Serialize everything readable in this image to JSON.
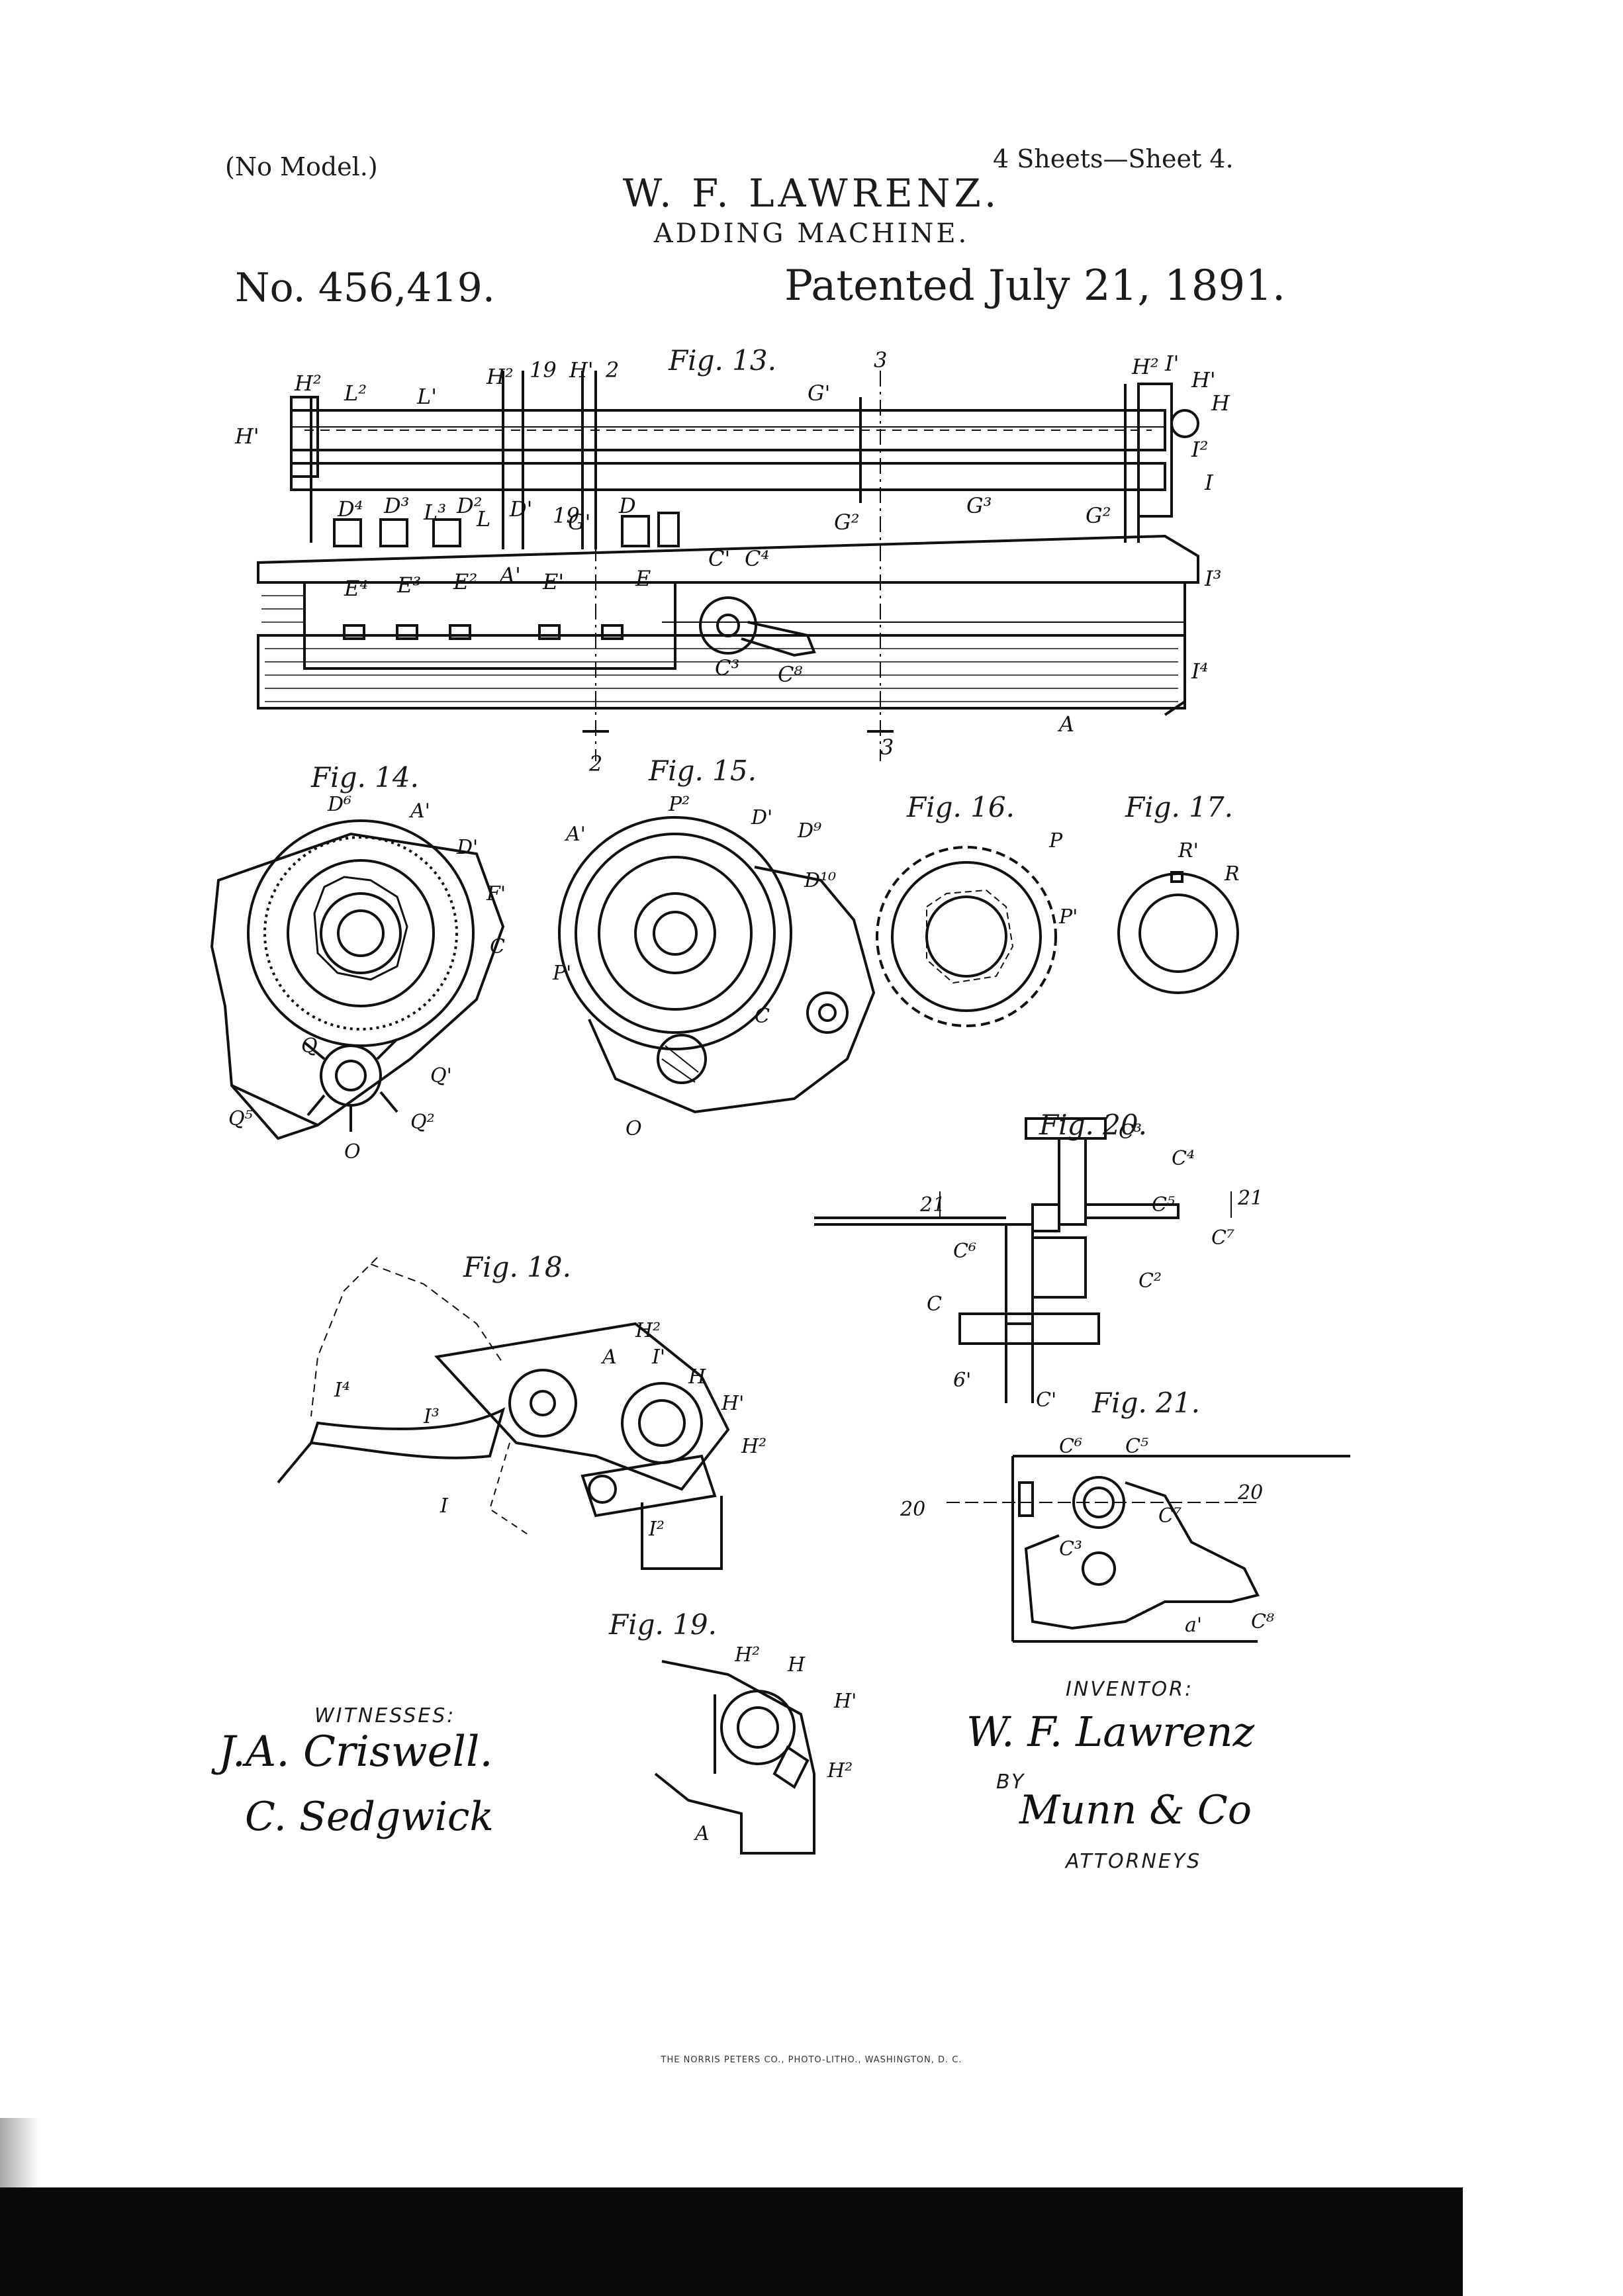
{
  "header": {
    "no_model": "(No Model.)",
    "sheets": "4 Sheets—Sheet 4.",
    "inventor_name": "W. F. LAWRENZ.",
    "invention_title": "ADDING MACHINE.",
    "patent_number": "No. 456,419.",
    "patent_date": "Patented July 21, 1891."
  },
  "figures": {
    "fig13": "Fig. 13.",
    "fig14": "Fig. 14.",
    "fig15": "Fig. 15.",
    "fig16": "Fig. 16.",
    "fig17": "Fig. 17.",
    "fig18": "Fig. 18.",
    "fig19": "Fig. 19.",
    "fig20": "Fig. 20.",
    "fig21": "Fig. 21."
  },
  "signatures": {
    "witnesses_label": "WITNESSES:",
    "witness_1": "J.A. Criswell.",
    "witness_2": "C. Sedgwick",
    "inventor_label": "INVENTOR:",
    "inventor_signature": "W. F. Lawrenz",
    "by_label": "BY",
    "attorney_signature": "Munn & Co",
    "attorneys_label": "ATTORNEYS"
  },
  "footer": {
    "printer": "THE NORRIS PETERS CO., PHOTO-LITHO., WASHINGTON, D. C."
  }
}
